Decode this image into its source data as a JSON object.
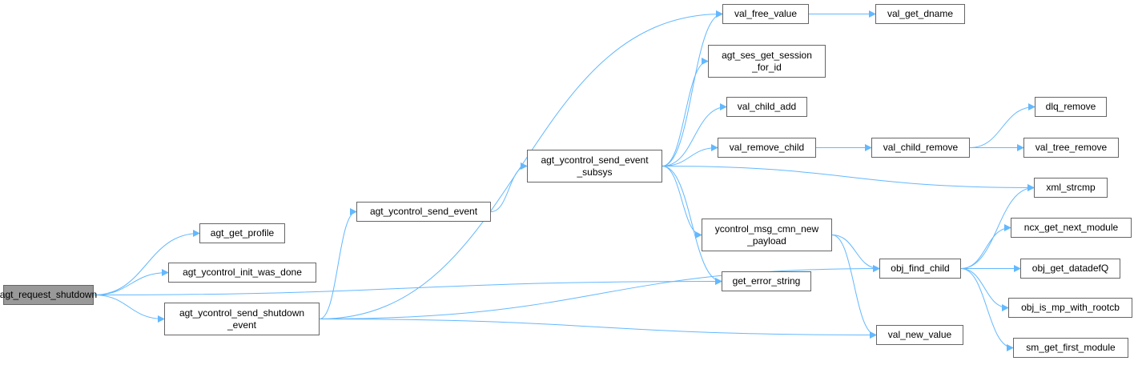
{
  "title": "agt_request_shutdown call graph",
  "colors": {
    "edge": "#63b8ff",
    "node_border": "#666666",
    "root_fill": "#999999"
  },
  "nodes": [
    {
      "id": "agt_request_shutdown",
      "lines": [
        "agt_request_shutdown"
      ],
      "root": true
    },
    {
      "id": "agt_get_profile",
      "lines": [
        "agt_get_profile"
      ]
    },
    {
      "id": "agt_ycontrol_init_was_done",
      "lines": [
        "agt_ycontrol_init_was_done"
      ]
    },
    {
      "id": "agt_ycontrol_send_shutdown_event",
      "lines": [
        "agt_ycontrol_send_shutdown",
        "_event"
      ]
    },
    {
      "id": "agt_ycontrol_send_event",
      "lines": [
        "agt_ycontrol_send_event"
      ]
    },
    {
      "id": "agt_ycontrol_send_event_subsys",
      "lines": [
        "agt_ycontrol_send_event",
        "_subsys"
      ]
    },
    {
      "id": "val_free_value",
      "lines": [
        "val_free_value"
      ]
    },
    {
      "id": "val_get_dname",
      "lines": [
        "val_get_dname"
      ]
    },
    {
      "id": "agt_ses_get_session_for_id",
      "lines": [
        "agt_ses_get_session",
        "_for_id"
      ]
    },
    {
      "id": "val_child_add",
      "lines": [
        "val_child_add"
      ]
    },
    {
      "id": "val_remove_child",
      "lines": [
        "val_remove_child"
      ]
    },
    {
      "id": "val_child_remove",
      "lines": [
        "val_child_remove"
      ]
    },
    {
      "id": "dlq_remove",
      "lines": [
        "dlq_remove"
      ]
    },
    {
      "id": "val_tree_remove",
      "lines": [
        "val_tree_remove"
      ]
    },
    {
      "id": "xml_strcmp",
      "lines": [
        "xml_strcmp"
      ]
    },
    {
      "id": "ycontrol_msg_cmn_new_payload",
      "lines": [
        "ycontrol_msg_cmn_new",
        "_payload"
      ]
    },
    {
      "id": "obj_find_child",
      "lines": [
        "obj_find_child"
      ]
    },
    {
      "id": "ncx_get_next_module",
      "lines": [
        "ncx_get_next_module"
      ]
    },
    {
      "id": "obj_get_datadefQ",
      "lines": [
        "obj_get_datadefQ"
      ]
    },
    {
      "id": "obj_is_mp_with_rootcb",
      "lines": [
        "obj_is_mp_with_rootcb"
      ]
    },
    {
      "id": "sm_get_first_module",
      "lines": [
        "sm_get_first_module"
      ]
    },
    {
      "id": "get_error_string",
      "lines": [
        "get_error_string"
      ]
    },
    {
      "id": "val_new_value",
      "lines": [
        "val_new_value"
      ]
    }
  ],
  "edges": [
    [
      "agt_request_shutdown",
      "agt_get_profile"
    ],
    [
      "agt_request_shutdown",
      "agt_ycontrol_init_was_done"
    ],
    [
      "agt_request_shutdown",
      "agt_ycontrol_send_shutdown_event"
    ],
    [
      "agt_request_shutdown",
      "get_error_string"
    ],
    [
      "agt_ycontrol_send_shutdown_event",
      "agt_ycontrol_send_event"
    ],
    [
      "agt_ycontrol_send_shutdown_event",
      "val_free_value"
    ],
    [
      "agt_ycontrol_send_shutdown_event",
      "obj_find_child"
    ],
    [
      "agt_ycontrol_send_shutdown_event",
      "val_new_value"
    ],
    [
      "agt_ycontrol_send_event",
      "agt_ycontrol_send_event_subsys"
    ],
    [
      "agt_ycontrol_send_event_subsys",
      "val_free_value"
    ],
    [
      "agt_ycontrol_send_event_subsys",
      "agt_ses_get_session_for_id"
    ],
    [
      "agt_ycontrol_send_event_subsys",
      "val_child_add"
    ],
    [
      "agt_ycontrol_send_event_subsys",
      "val_remove_child"
    ],
    [
      "agt_ycontrol_send_event_subsys",
      "xml_strcmp"
    ],
    [
      "agt_ycontrol_send_event_subsys",
      "ycontrol_msg_cmn_new_payload"
    ],
    [
      "agt_ycontrol_send_event_subsys",
      "get_error_string"
    ],
    [
      "val_free_value",
      "val_get_dname"
    ],
    [
      "val_remove_child",
      "val_child_remove"
    ],
    [
      "val_child_remove",
      "dlq_remove"
    ],
    [
      "val_child_remove",
      "val_tree_remove"
    ],
    [
      "ycontrol_msg_cmn_new_payload",
      "obj_find_child"
    ],
    [
      "ycontrol_msg_cmn_new_payload",
      "val_new_value"
    ],
    [
      "obj_find_child",
      "xml_strcmp"
    ],
    [
      "obj_find_child",
      "ncx_get_next_module"
    ],
    [
      "obj_find_child",
      "obj_get_datadefQ"
    ],
    [
      "obj_find_child",
      "obj_is_mp_with_rootcb"
    ],
    [
      "obj_find_child",
      "sm_get_first_module"
    ]
  ]
}
